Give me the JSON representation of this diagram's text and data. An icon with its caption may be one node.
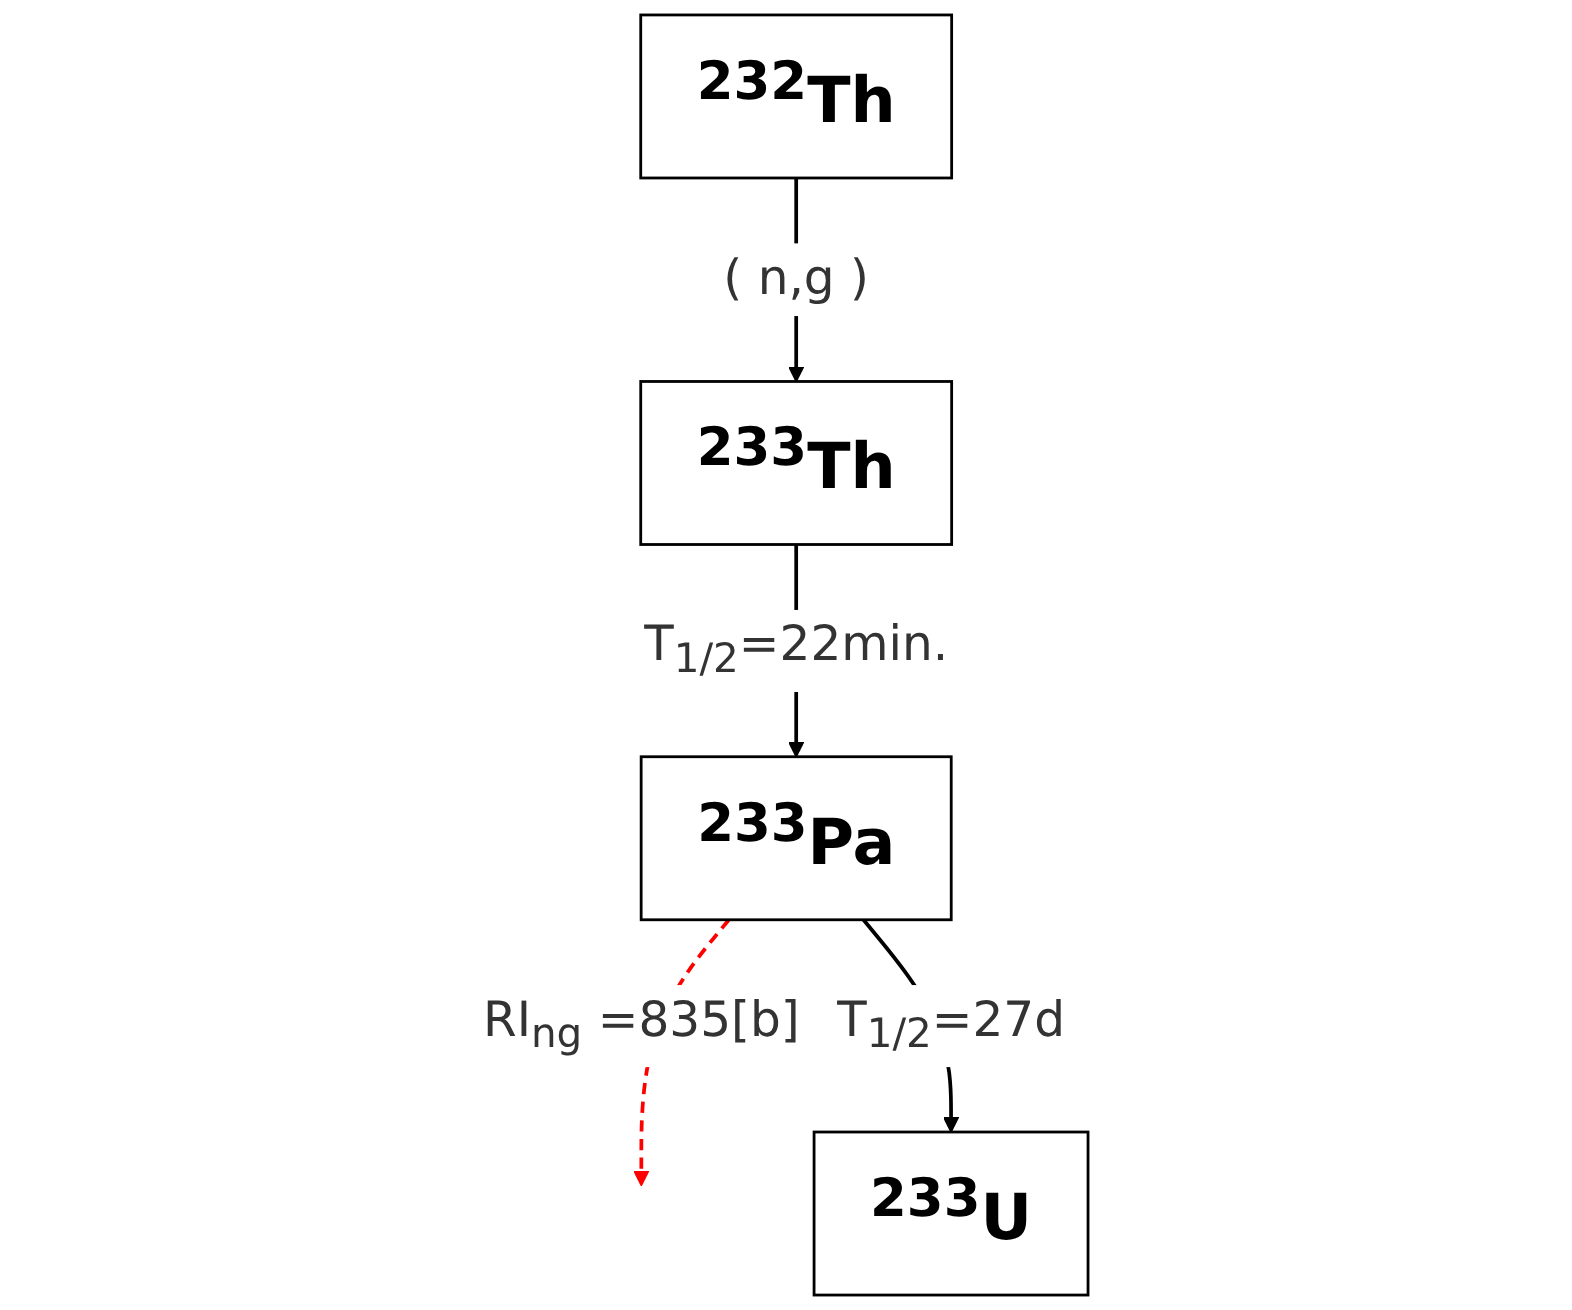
{
  "diagram": {
    "nodes": [
      {
        "text": [
          "$^{232}$Th"
        ]
      },
      {
        "text": [
          "$^{233}$Th"
        ]
      },
      {
        "text": [
          "$^{233}$Pa"
        ]
      },
      {
        "text": [
          "$^{233}$U"
        ]
      }
    ],
    "edges": [
      {
        "from": 0,
        "to": 1,
        "arrow": "to",
        "label": "( n,g )"
      },
      {
        "from": 1,
        "to": 2,
        "arrow": "to",
        "label": "T$_{1/2}$=22min."
      },
      {
        "from": 2,
        "to": null,
        "arrow": "to",
        "style": "dashed",
        "color": "#ff0000",
        "label": "RI$_{ng}$ =835[b]"
      },
      {
        "from": 2,
        "to": 3,
        "arrow": "to",
        "label": "T$_{1/2}$=27d"
      }
    ]
  }
}
